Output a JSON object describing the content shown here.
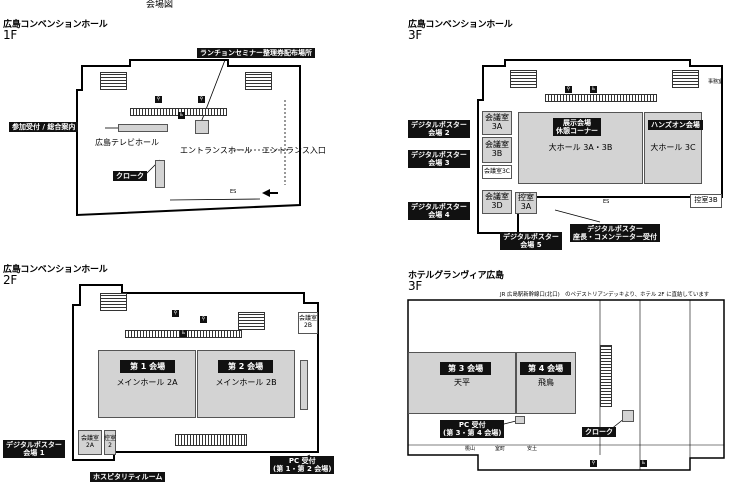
{
  "page_title": "会場図",
  "sections": {
    "hch_1f": {
      "venue": "広島コンベンションホール",
      "floor": "1F",
      "rooms": {
        "tv_hall": "広島テレビホール",
        "entrance_hall": "エントランスホール",
        "entrance": "エントランス入口"
      },
      "callouts": {
        "reception": "参加受付 / 総合案内",
        "cloak": "クローク",
        "luncheon": "ランチョンセミナー整理券配布場所"
      }
    },
    "hch_3f": {
      "venue": "広島コンベンションホール",
      "floor": "3F",
      "rooms": {
        "r3a": "会議室\n3A",
        "r3b": "会議室\n3B",
        "r3c": "会議室3C",
        "r3d": "会議室\n3D",
        "ctl3a": "控室\n3A",
        "hall3ab": "大ホール 3A・3B",
        "hall3c": "大ホール 3C",
        "ctl3b": "控室3B",
        "office": "事務室"
      },
      "callouts": {
        "p2": "デジタルポスター\n会場 2",
        "p3": "デジタルポスター\n会場 3",
        "p4": "デジタルポスター\n会場 4",
        "p5": "デジタルポスター\n会場 5",
        "exhibit": "展示会場\n休憩コーナー",
        "handson": "ハンズオン会場",
        "chair": "デジタルポスター\n座長・コメンテーター受付"
      }
    },
    "hch_2f": {
      "venue": "広島コンベンションホール",
      "floor": "2F",
      "rooms": {
        "main2a": "メインホール 2A",
        "main2b": "メインホール 2B",
        "r2a": "会議室\n2A",
        "ctl2": "控室\n2",
        "r2b": "会議室\n2B"
      },
      "callouts": {
        "v1": "第 1 会場",
        "v2": "第 2 会場",
        "p1": "デジタルポスター\n会場 1",
        "hosp": "ホスピタリティルーム",
        "pc": "PC 受付\n(第 1・第 2 会場)"
      }
    },
    "granvia_3f": {
      "venue": "ホテルグランヴィア広島",
      "floor": "3F",
      "note": "JR 広島駅新幹線口(北口)　のペデストリアンデッキより、ホテル 2F に直結しています",
      "rooms": {
        "tenpei": "天平",
        "asuka": "飛鳥",
        "room1": "桃山",
        "room2": "室町",
        "room3": "安土"
      },
      "callouts": {
        "v3": "第 3 会場",
        "v4": "第 4 会場",
        "pc": "PC 受付\n(第 3・第 4 会場)",
        "cloak": "クローク"
      }
    }
  }
}
